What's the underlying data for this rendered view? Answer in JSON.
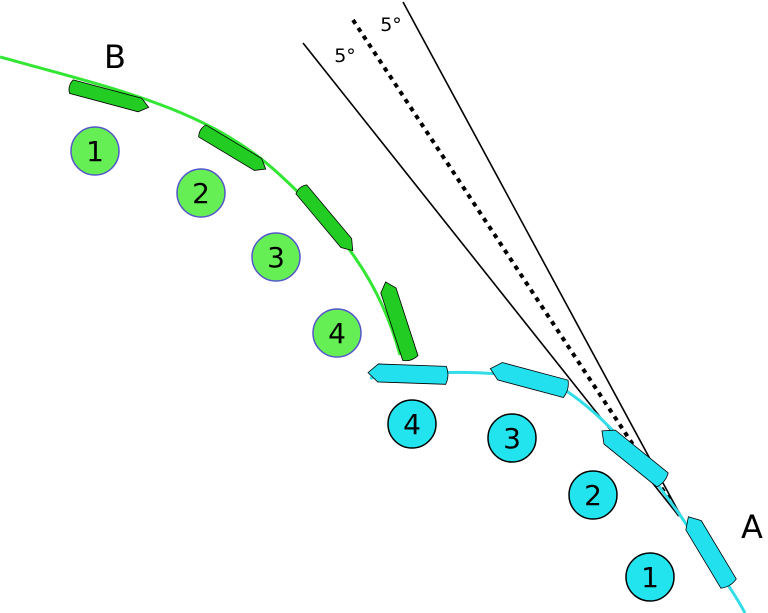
{
  "labels": {
    "point_b": "B",
    "point_a": "A",
    "angle_left": "5°",
    "angle_right": "5°"
  },
  "green_markers": [
    "1",
    "2",
    "3",
    "4"
  ],
  "cyan_markers": [
    "4",
    "3",
    "2",
    "1"
  ],
  "colors": {
    "green_line": "#33e633",
    "green_segment": "#22cc22",
    "green_marker": "#66ee55",
    "cyan_line": "#33dde8",
    "cyan_segment": "#22e0ee",
    "cyan_marker": "#22e4ee",
    "marker_stroke_green": "#5555cc",
    "outline": "#000000"
  }
}
